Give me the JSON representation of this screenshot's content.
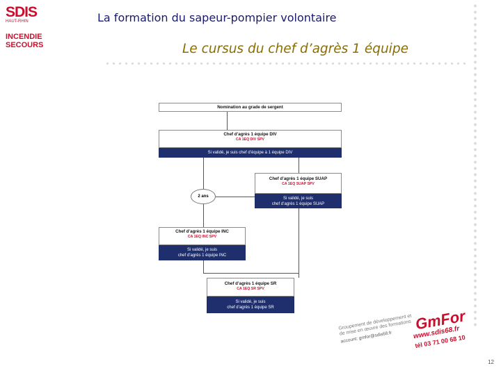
{
  "logo": {
    "line1": "SDIS",
    "line2": "HAUT-RHIN",
    "line3": "INCENDIE",
    "line4": "SECOURS"
  },
  "header": {
    "title": "La formation du sapeur-pompier volontaire",
    "subtitle": "Le cursus du chef d’agrès 1 équipe"
  },
  "diagram": {
    "nomination": "Nomination au grade de sergent",
    "div": {
      "title": "Chef d’agrès 1 équipe DIV",
      "code": "CA 1EQ DIV SPV",
      "valid": "Si validé, je suis chef d’équipe à 1 équipe DIV"
    },
    "suap": {
      "title": "Chef d’agrès 1 équipe SUAP",
      "code": "CA 1EQ SUAP SPV",
      "valid": "Si validé, je suis\nchef d’agrès 1 équipe SUAP"
    },
    "delay": "2 ans",
    "inc": {
      "title": "Chef d’agrès 1 équipe INC",
      "code": "CA 1EQ INC SPV",
      "valid": "Si validé, je suis\nchef d’agrès 1 équipe INC"
    },
    "sr": {
      "title": "Chef d’agrès 1 équipe SR",
      "code": "CA 1EQ SR SPV",
      "valid": "Si validé, je suis\nchef d’agrès 1 équipe SR"
    }
  },
  "watermark": {
    "line1": "Groupement de développement et",
    "line2": "de mise en œuvre des formations",
    "brand": "GmFor",
    "site": "www.sdis68.fr",
    "tel": "tél 03 71 00 68 10",
    "account": "account: gmfor@sdis68.fr"
  },
  "page_number": "12"
}
